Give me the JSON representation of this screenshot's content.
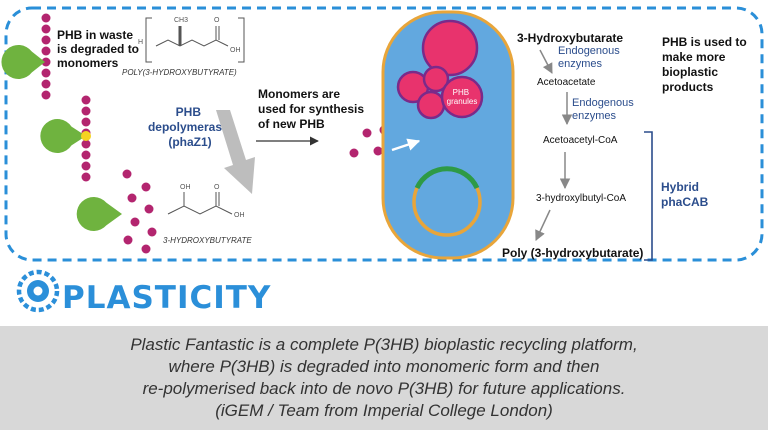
{
  "diagram": {
    "left_labels": {
      "waste": [
        "PHB in waste",
        "is degraded to",
        "monomers"
      ],
      "polymer_name": "POLY(3-HYDROXYBUTYRATE)",
      "enzyme": [
        "PHB",
        "depolymerase",
        "(phaZ1)"
      ],
      "monomer_name": "3-HYDROXYBUTYRATE",
      "synthesis": [
        "Monomers are",
        "used for synthesis",
        "of new PHB"
      ]
    },
    "cell": {
      "granules_label": [
        "PHB",
        "granules"
      ]
    },
    "pathway": {
      "steps": [
        "3-Hydroxybutarate",
        "Acetoacetate",
        "Acetoacetyl-CoA",
        "3-hydroxylbutyl-CoA",
        "Poly (3-hydroxybutarate)"
      ],
      "enzyme_labels": [
        [
          "Endogenous",
          "enzymes"
        ],
        [
          "Endogenous",
          "enzymes"
        ]
      ],
      "hybrid": [
        "Hybrid",
        "phaCAB"
      ]
    },
    "right_note": [
      "PHB is used to",
      "make more",
      "bioplastic",
      "products"
    ]
  },
  "logo": {
    "text": "PLASTICITY"
  },
  "caption": {
    "lines": [
      "Plastic Fantastic is a complete P(3HB) bioplastic recycling platform,",
      "where P(3HB) is degraded into monomeric form and then",
      "re-polymerised back into de novo P(3HB) for future applications.",
      "(iGEM / Team from Imperial College London)"
    ]
  },
  "colors": {
    "dashed_border": "#2a8fd8",
    "cell_fill": "#62a8df",
    "cell_outline": "#e8a53a",
    "granule_fill": "#e8336d",
    "granule_stroke": "#7a2a8a",
    "bead": "#b3256f",
    "enzyme_green": "#6fb33f",
    "plasmid_green": "#2e9a46",
    "label_blue": "#2b4d8c",
    "logo_blue": "#2b8fd9",
    "caption_bg": "#d8d8d8"
  }
}
